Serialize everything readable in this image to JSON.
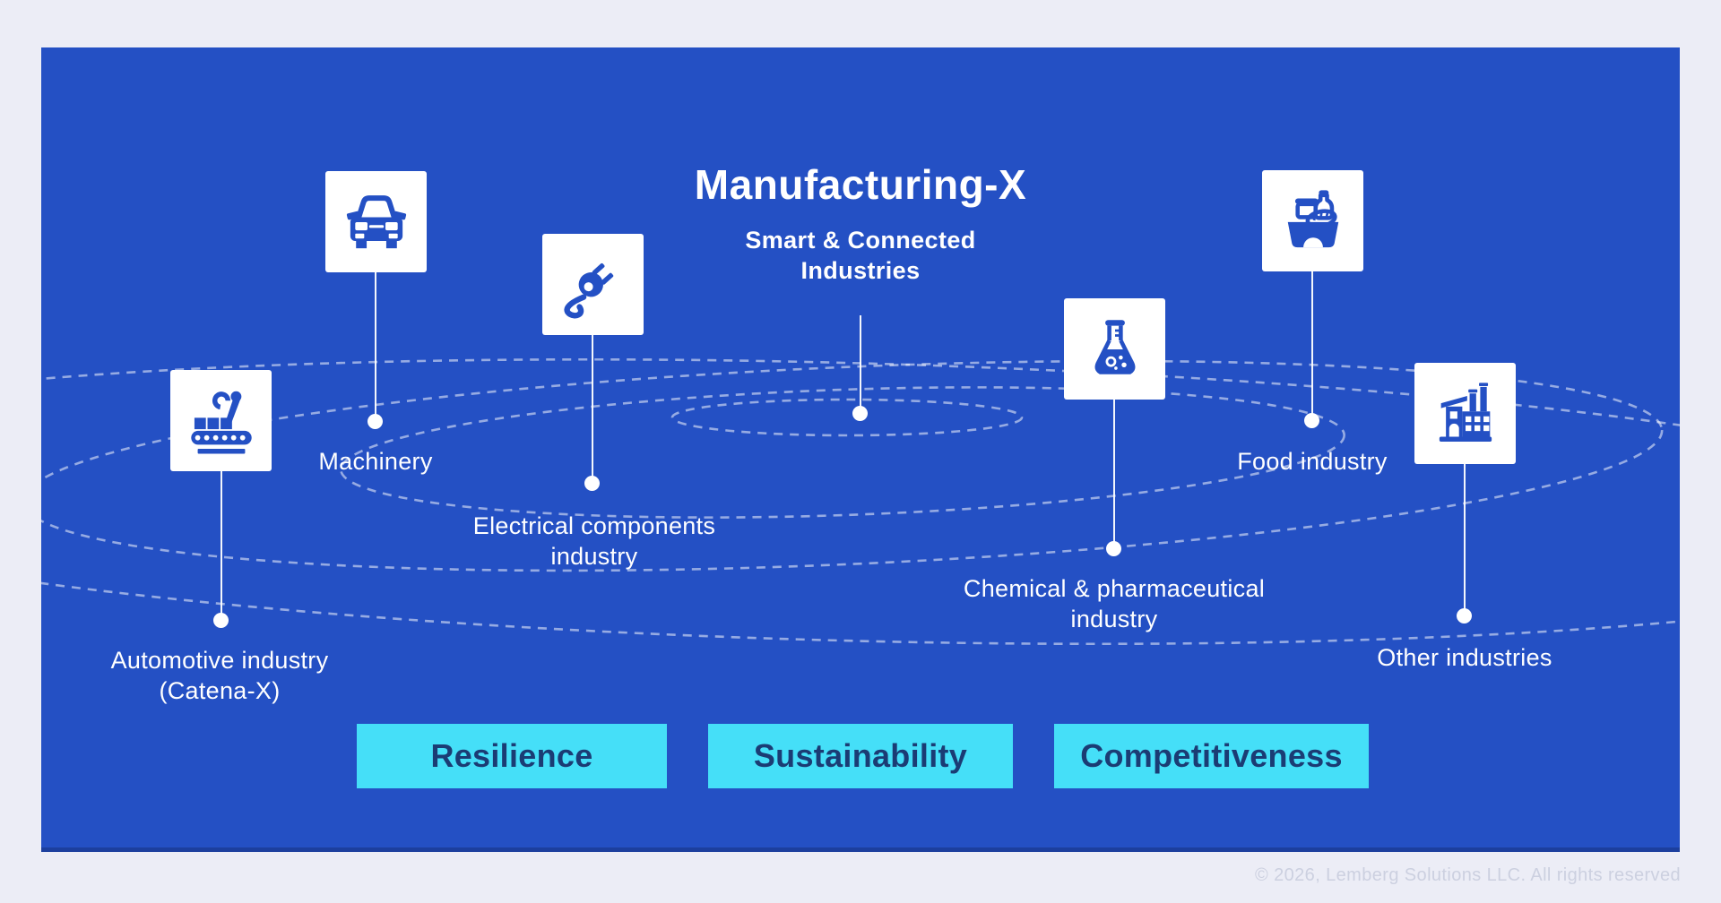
{
  "page": {
    "footer": "© 2026, Lemberg Solutions LLC. All rights reserved"
  },
  "diagram": {
    "title": "Manufacturing-X",
    "subtitle_line1": "Smart & Connected",
    "subtitle_line2": "Industries",
    "industries": [
      {
        "id": "automotive",
        "icon": "robot-arm-conveyor-icon",
        "label_line1": "Automotive industry",
        "label_line2": "(Catena-X)"
      },
      {
        "id": "machinery",
        "icon": "car-icon",
        "label_line1": "Machinery",
        "label_line2": ""
      },
      {
        "id": "electrical",
        "icon": "power-plug-icon",
        "label_line1": "Electrical components",
        "label_line2": "industry"
      },
      {
        "id": "chemical",
        "icon": "lab-flask-icon",
        "label_line1": "Chemical & pharmaceutical",
        "label_line2": "industry"
      },
      {
        "id": "food",
        "icon": "food-basket-icon",
        "label_line1": "Food industry",
        "label_line2": ""
      },
      {
        "id": "other",
        "icon": "factory-icon",
        "label_line1": "Other industries",
        "label_line2": ""
      }
    ],
    "pills": [
      {
        "label": "Resilience"
      },
      {
        "label": "Sustainability"
      },
      {
        "label": "Competitiveness"
      }
    ],
    "colors": {
      "page_bg": "#ECEDF6",
      "panel_blue": "#2450C4",
      "panel_edge": "#1C3F9E",
      "accent_cyan": "#45DFF8",
      "pill_text_navy": "#1B3C74",
      "ring_dash": "rgba(255,255,255,0.52)",
      "card_white": "#FFFFFF"
    }
  }
}
